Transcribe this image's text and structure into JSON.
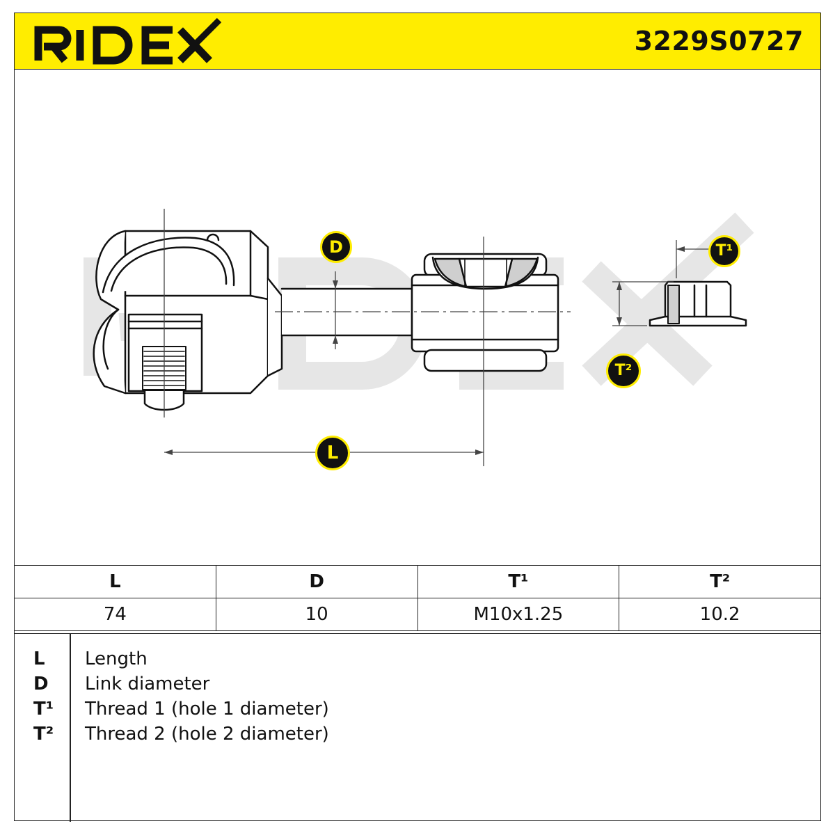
{
  "header": {
    "brand": "RIDEX",
    "part_number": "3229S0727",
    "background_color": "#ffed00"
  },
  "drawing": {
    "watermark": "RIDEX",
    "callouts": {
      "D": "D",
      "L": "L",
      "T1": "T¹",
      "T2": "T²"
    }
  },
  "specs": {
    "headers": [
      "L",
      "D",
      "T¹",
      "T²"
    ],
    "values": [
      "74",
      "10",
      "M10x1.25",
      "10.2"
    ]
  },
  "legend": [
    {
      "symbol": "L",
      "description": "Length"
    },
    {
      "symbol": "D",
      "description": "Link diameter"
    },
    {
      "symbol": "T¹",
      "description": "Thread 1 (hole 1 diameter)"
    },
    {
      "symbol": "T²",
      "description": "Thread 2 (hole 2 diameter)"
    }
  ]
}
